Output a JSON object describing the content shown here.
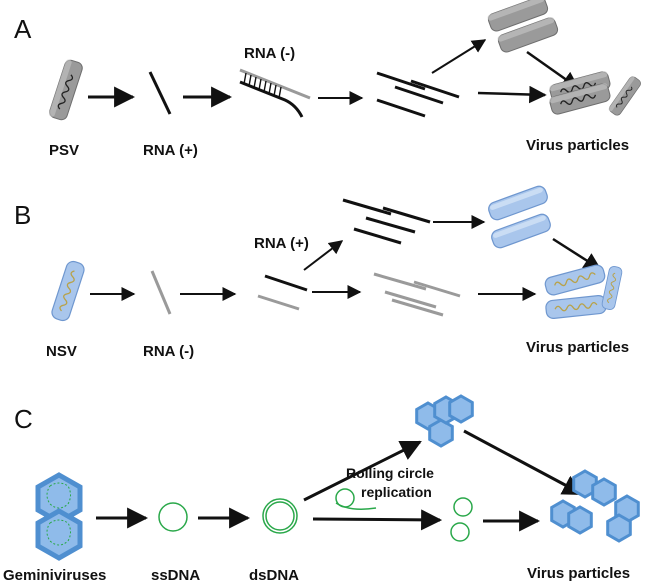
{
  "colors": {
    "black": "#111111",
    "grey_strand": "#9a9a9a",
    "virion_grey": "#8c8c8c",
    "virion_blue": "#8eb3e2",
    "gemini_blue": "#5b9ad6",
    "dna_green": "#2aa84a"
  },
  "panels": {
    "A": {
      "letter": "A",
      "labels": {
        "psv": "PSV",
        "rna_pos": "RNA (+)",
        "rna_neg": "RNA (-)",
        "particles": "Virus particles"
      }
    },
    "B": {
      "letter": "B",
      "labels": {
        "nsv": "NSV",
        "rna_neg": "RNA (-)",
        "rna_pos": "RNA (+)",
        "particles": "Virus particles"
      }
    },
    "C": {
      "letter": "C",
      "labels": {
        "gemini": "Geminiviruses",
        "ssdna": "ssDNA",
        "dsdna": "dsDNA",
        "rolling_line1": "Rolling circle",
        "rolling_line2": "replication",
        "particles": "Virus particles"
      }
    }
  }
}
